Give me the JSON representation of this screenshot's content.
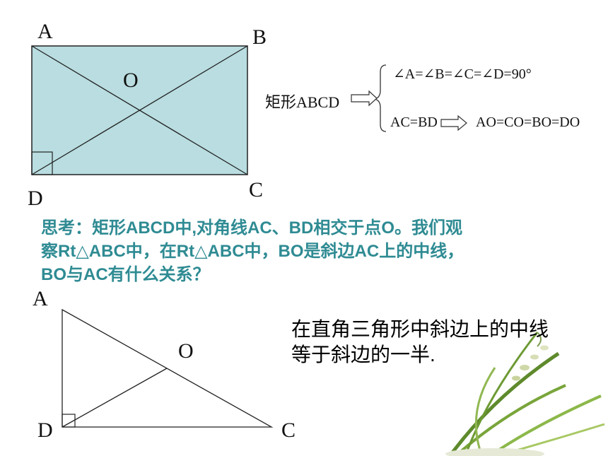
{
  "rect_figure": {
    "labels": {
      "A": "A",
      "B": "B",
      "C": "C",
      "D": "D",
      "O": "O"
    },
    "fill_color": "#b9dde0"
  },
  "statement": {
    "subject": "矩形ABCD",
    "angles": "∠A=∠B=∠C=∠D=90°",
    "diagonals": "AC=BD",
    "halves": "AO=CO=BO=DO"
  },
  "think": {
    "line1": "思考：矩形ABCD中,对角线AC、BD相交于点O。我们观",
    "line2": "察Rt△ABC中，在Rt△ABC中，BO是斜边AC上的中线，",
    "line3": "BO与AC有什么关系？",
    "color": "#2f8b93"
  },
  "triangle_figure": {
    "labels": {
      "A": "A",
      "O": "O",
      "D": "D",
      "C": "C"
    }
  },
  "conclusion": {
    "line1": "在直角三角形中斜边上的中线",
    "line2": "等于斜边的一半."
  },
  "decoration": {
    "icon": "orchid-plant-icon"
  }
}
